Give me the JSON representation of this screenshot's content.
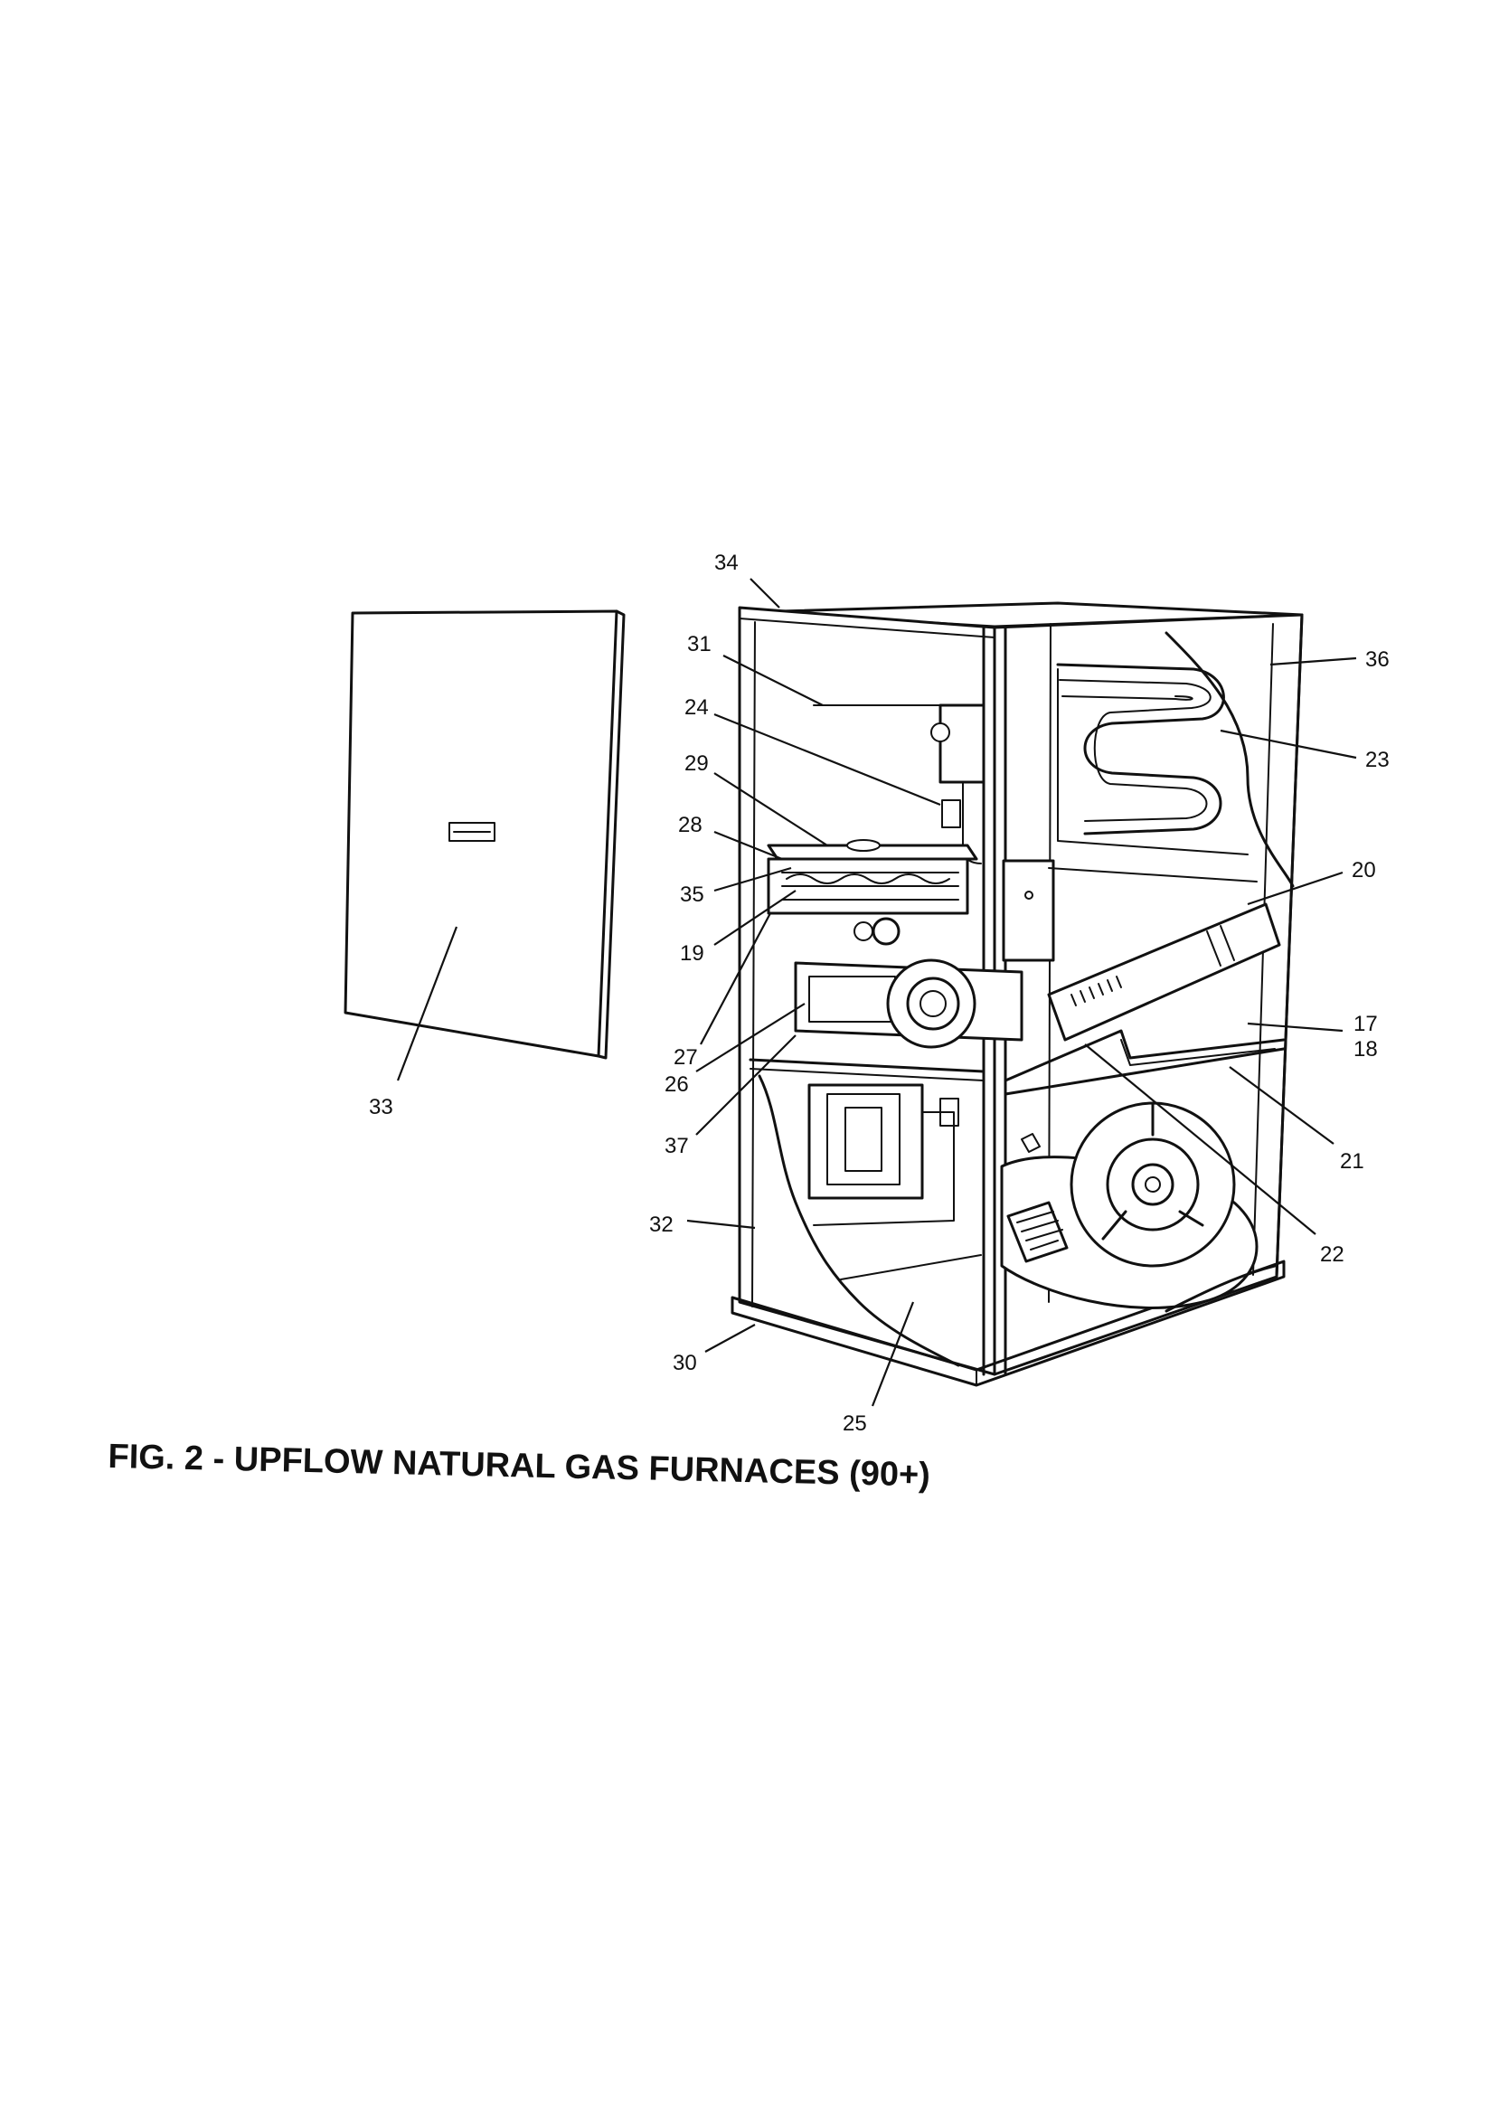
{
  "figure": {
    "caption": "FIG. 2 - UPFLOW NATURAL GAS FURNACES (90+)"
  },
  "callouts": [
    "34",
    "36",
    "31",
    "24",
    "23",
    "29",
    "28",
    "35",
    "19",
    "20",
    "27",
    "17",
    "18",
    "26",
    "37",
    "21",
    "32",
    "22",
    "30",
    "25",
    "33"
  ]
}
